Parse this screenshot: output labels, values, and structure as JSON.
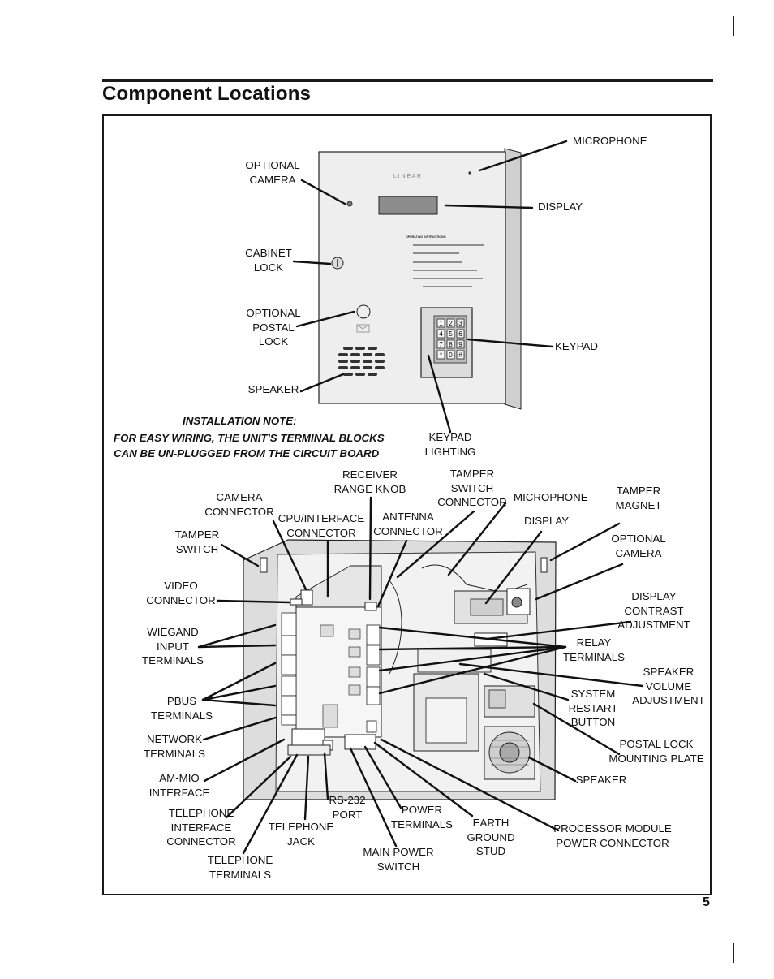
{
  "page": {
    "title": "Component Locations",
    "page_number": "5"
  },
  "note": {
    "heading": "INSTALLATION NOTE:",
    "body": "FOR EASY WIRING, THE UNIT'S TERMINAL BLOCKS\nCAN BE UN-PLUGGED FROM THE CIRCUIT BOARD"
  },
  "front_panel": {
    "brand": "L I N E A R",
    "instructions_title": "OPERATING INSTRUCTIONS:",
    "keypad_keys": [
      "1",
      "2",
      "3",
      "4",
      "5",
      "6",
      "7",
      "8",
      "9",
      "*",
      "0",
      "#"
    ],
    "labels": {
      "microphone": "MICROPHONE",
      "optional_camera": "OPTIONAL\nCAMERA",
      "display": "DISPLAY",
      "cabinet_lock": "CABINET\nLOCK",
      "optional_postal_lock": "OPTIONAL\nPOSTAL\nLOCK",
      "keypad": "KEYPAD",
      "speaker": "SPEAKER",
      "keypad_lighting": "KEYPAD\nLIGHTING"
    }
  },
  "interior": {
    "labels": {
      "receiver_range_knob": "RECEIVER\nRANGE KNOB",
      "tamper_switch_connector": "TAMPER\nSWITCH\nCONNECTOR",
      "camera_connector": "CAMERA\nCONNECTOR",
      "microphone": "MICROPHONE",
      "tamper_magnet": "TAMPER\nMAGNET",
      "cpu_interface_connector": "CPU/INTERFACE\nCONNECTOR",
      "antenna_connector": "ANTENNA\nCONNECTOR",
      "display": "DISPLAY",
      "tamper_switch": "TAMPER\nSWITCH",
      "optional_camera": "OPTIONAL\nCAMERA",
      "video_connector": "VIDEO\nCONNECTOR",
      "display_contrast_adjustment": "DISPLAY\nCONTRAST\nADJUSTMENT",
      "wiegand_input_terminals": "WIEGAND\nINPUT\nTERMINALS",
      "relay_terminals": "RELAY\nTERMINALS",
      "speaker_volume_adjustment": "SPEAKER\nVOLUME\nADJUSTMENT",
      "pbus_terminals": "PBUS\nTERMINALS",
      "system_restart_button": "SYSTEM\nRESTART\nBUTTON",
      "network_terminals": "NETWORK\nTERMINALS",
      "postal_lock_mounting_plate": "POSTAL LOCK\nMOUNTING PLATE",
      "am_mio_interface": "AM-MIO\nINTERFACE",
      "speaker": "SPEAKER",
      "rs232_port": "RS-232\nPORT",
      "power_terminals": "POWER\nTERMINALS",
      "earth_ground_stud": "EARTH\nGROUND\nSTUD",
      "telephone_interface_connector": "TELEPHONE\nINTERFACE\nCONNECTOR",
      "telephone_jack": "TELEPHONE\nJACK",
      "processor_module_power_connector": "PROCESSOR MODULE\nPOWER CONNECTOR",
      "main_power_switch": "MAIN POWER\nSWITCH",
      "telephone_terminals": "TELEPHONE\nTERMINALS"
    }
  }
}
